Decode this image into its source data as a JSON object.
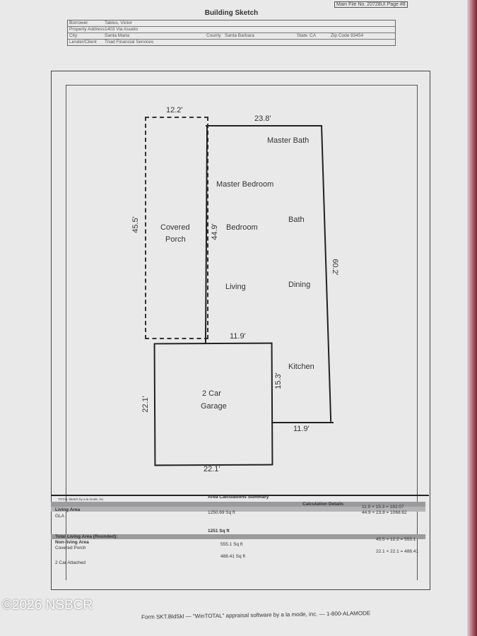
{
  "header": {
    "main_file": "Main File No. 20728UI Page #8",
    "title": "Building Sketch",
    "borrower_label": "Borrower",
    "borrower": "Tabios, Victor",
    "address_label": "Property Address",
    "address": "1403 Via Asueto",
    "city_label": "City",
    "city": "Santa Maria",
    "county_label": "County",
    "county": "Santa Barbara",
    "state_label": "State",
    "state": "CA",
    "zip_label": "Zip Code",
    "zip": "93454",
    "lender_label": "Lender/Client",
    "lender": "Triad Financial Services"
  },
  "sketch": {
    "porch_top": "12.2'",
    "porch_side": "45.5'",
    "porch_label1": "Covered",
    "porch_label2": "Porch",
    "house_top": "23.8'",
    "house_left": "44.9'",
    "house_right": "60.2'",
    "house_mid": "11.9'",
    "house_bottom": "11.9'",
    "kitchen_side": "15.3'",
    "rooms": [
      "Master Bath",
      "Master Bedroom",
      "Bedroom",
      "Bath",
      "Living",
      "Dining",
      "Kitchen"
    ],
    "garage_label1": "2 Car",
    "garage_label2": "Garage",
    "garage_left": "22.1'",
    "garage_bottom": "22.1'"
  },
  "calc": {
    "software": "TOTAL Sketch by a la mode, inc.",
    "title": "Area Calculations Summary",
    "details": "Calculation Details",
    "living_area": "Living Area",
    "gla": "GLA",
    "gla_value": "1250.69 Sq ft",
    "calc1": "11.9 × 15.3 =   182.07",
    "calc2": "44.9 × 23.8 =  1068.62",
    "total_label": "Total Living Area (Rounded):",
    "total_value": "1251 Sq ft",
    "nonliving": "Non-living Area",
    "porch": "Covered Porch",
    "porch_value": "555.1 Sq ft",
    "calc3": "45.5 × 12.2 =   555.1",
    "garage": "2 Car Attached",
    "garage_value": "488.41 Sq ft",
    "calc4": "22.1 × 22.1 =  488.41"
  },
  "watermark": "©2026 NSBCR",
  "footer": "Form SKT.BldSkl — \"WinTOTAL\" appraisal software by a la mode, inc. — 1-800-ALAMODE"
}
